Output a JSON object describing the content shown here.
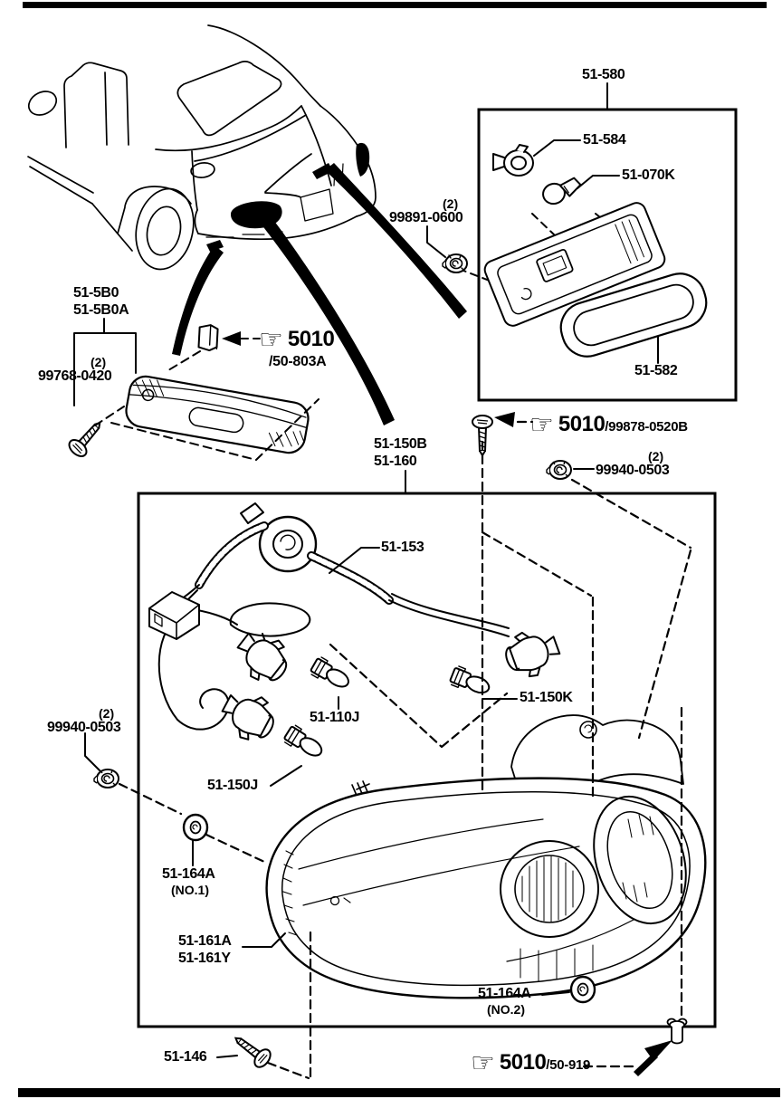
{
  "icons": {
    "hand": "☞"
  },
  "side_marker_assembly": {
    "part_no_1": "51-5B0",
    "part_no_2": "51-5B0A",
    "screw": {
      "qty": "(2)",
      "part_no": "99768-0420"
    },
    "clip_ref": {
      "page": "5010",
      "detail": "/50-803A"
    }
  },
  "license_lamp_assembly": {
    "assembly_part_no": "51-580",
    "socket_part_no": "51-584",
    "bulb_part_no": "51-070K",
    "lens_part_no": "51-582",
    "nut": {
      "qty": "(2)",
      "part_no": "99891-0600"
    }
  },
  "rear_combination_lamp_assembly": {
    "part_no_1": "51-150B",
    "part_no_2": "51-160",
    "harness_part_no": "51-153",
    "bulb_a_part_no": "51-110J",
    "bulb_b_part_no": "51-150K",
    "bulb_c_part_no": "51-150J",
    "nut_top": {
      "qty": "(2)",
      "part_no": "99940-0503"
    },
    "nut_left": {
      "qty": "(2)",
      "part_no": "99940-0503"
    },
    "grommet_1": {
      "part_no": "51-164A",
      "position": "(NO.1)"
    },
    "grommet_2": {
      "part_no": "51-164A",
      "position": "(NO.2)"
    },
    "lens_part_no_1": "51-161A",
    "lens_part_no_2": "51-161Y",
    "screw_part_no": "51-146",
    "screw_ref": {
      "page": "5010",
      "detail": "/99878-0520B"
    },
    "clip_ref": {
      "page": "5010",
      "detail": "/50-919"
    }
  }
}
